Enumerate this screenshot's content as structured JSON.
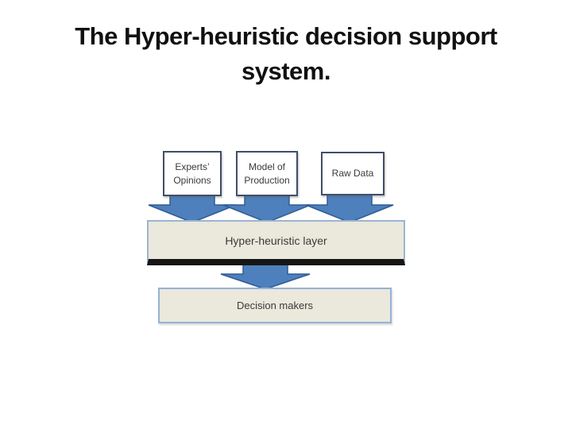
{
  "slide": {
    "title_line1": "The Hyper-heuristic decision support",
    "title_line2": "system."
  },
  "diagram": {
    "inputs": [
      {
        "label": "Experts’ Opinions"
      },
      {
        "label": "Model of Production"
      },
      {
        "label": "Raw Data"
      }
    ],
    "middle_layer": {
      "label": "Hyper-heuristic layer"
    },
    "output": {
      "label": "Decision makers"
    },
    "icons": [
      "down-arrow-icon",
      "down-arrow-icon",
      "down-arrow-icon",
      "down-arrow-icon"
    ],
    "colors": {
      "arrow_fill": "#4d80bc",
      "arrow_stroke": "#2e5c94",
      "panel_fill": "#ebe8dc",
      "panel_border_light_blue": "#95b3d7",
      "input_box_border": "#3f4e68",
      "layer_shadow": "#161616",
      "title_text": "#111111",
      "label_text": "#3a3a3a"
    }
  }
}
